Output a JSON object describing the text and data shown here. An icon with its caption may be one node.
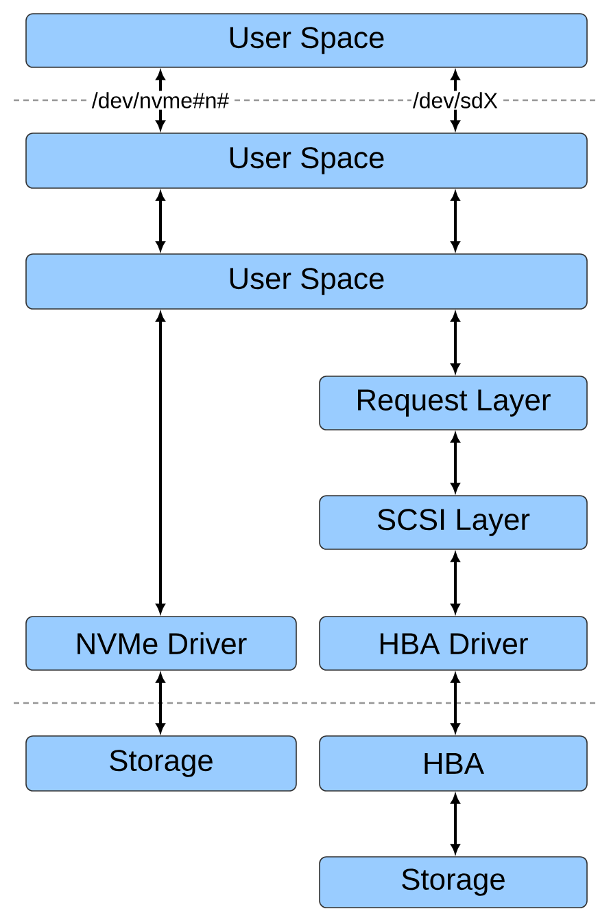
{
  "diagram": {
    "nodes": [
      {
        "text": [
          "User Space"
        ]
      },
      {
        "text": [
          "User Space"
        ]
      },
      {
        "text": [
          "User Space"
        ]
      },
      {
        "text": [
          "Request Layer"
        ]
      },
      {
        "text": [
          "SCSI Layer"
        ]
      },
      {
        "text": [
          "NVMe Driver"
        ]
      },
      {
        "text": [
          "HBA Driver"
        ]
      },
      {
        "text": [
          "Storage"
        ]
      },
      {
        "text": [
          "HBA"
        ]
      },
      {
        "text": [
          "Storage"
        ]
      }
    ],
    "edges": [
      {
        "from": 0,
        "to": 1,
        "arrow": "both",
        "label": "/dev/nvme#n#"
      },
      {
        "from": 0,
        "to": 1,
        "arrow": "both",
        "label": "/dev/sdX"
      },
      {
        "from": 1,
        "to": 2,
        "arrow": "both"
      },
      {
        "from": 1,
        "to": 2,
        "arrow": "both"
      },
      {
        "from": 2,
        "to": 5,
        "arrow": "both"
      },
      {
        "from": 2,
        "to": 3,
        "arrow": "both"
      },
      {
        "from": 3,
        "to": 4,
        "arrow": "both"
      },
      {
        "from": 4,
        "to": 6,
        "arrow": "both"
      },
      {
        "from": 5,
        "to": 7,
        "arrow": "both"
      },
      {
        "from": 6,
        "to": 8,
        "arrow": "both"
      },
      {
        "from": 8,
        "to": 9,
        "arrow": "both"
      }
    ]
  }
}
